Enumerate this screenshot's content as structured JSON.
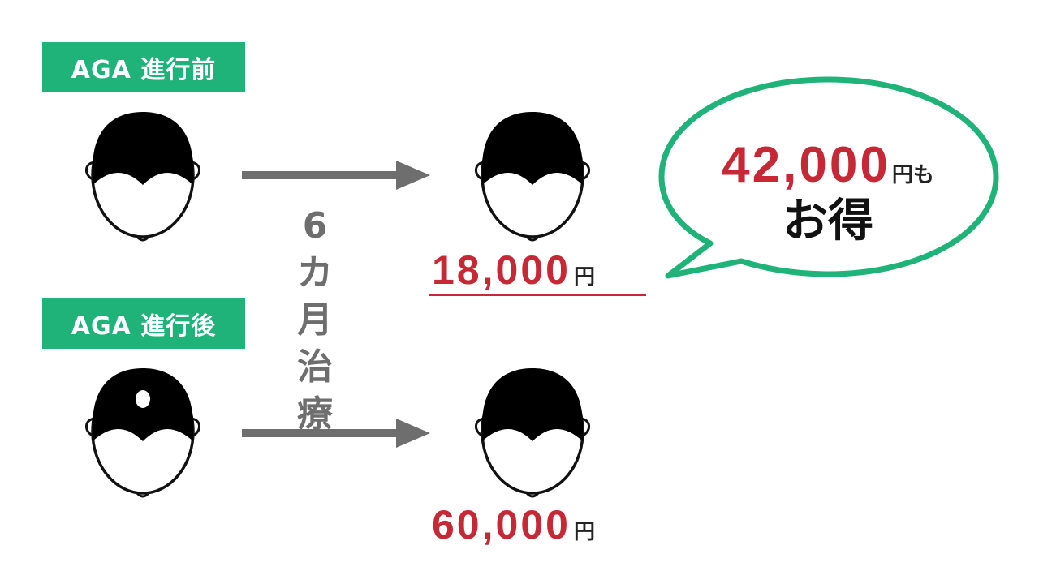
{
  "labels": {
    "before": "AGA 進行前",
    "after": "AGA 進行後"
  },
  "treatment": {
    "chars": [
      "6",
      "カ",
      "月",
      "治",
      "療"
    ]
  },
  "prices": {
    "top": {
      "amount": "18,000",
      "unit": "円"
    },
    "bottom": {
      "amount": "60,000",
      "unit": "円"
    }
  },
  "bubble": {
    "amount": "42,000",
    "unit": "円も",
    "savings": "お得"
  },
  "colors": {
    "label_green": "#1fb37a",
    "price_red": "#c62835",
    "arrow_gray": "#6e6e6e",
    "bubble_border": "#1fb37a"
  },
  "icons": [
    "head-icon",
    "right-arrow-icon",
    "speech-bubble-icon"
  ]
}
